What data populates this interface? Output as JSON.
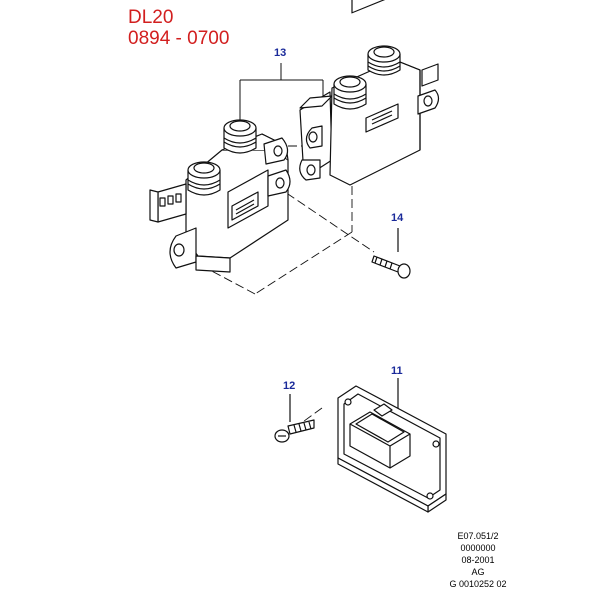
{
  "header": {
    "model": "DL20",
    "date_range": "0894 - 0700"
  },
  "callouts": {
    "coil_pack": "13",
    "coil_screw": "14",
    "module_screw": "12",
    "module": "11"
  },
  "reference": {
    "line1": "E07.051/2",
    "line2": "0000000",
    "line3": "08-2001",
    "line4": "AG",
    "line5": "G 0010252 02"
  },
  "colors": {
    "header": "#d21f1f",
    "callout": "#1a2a9a",
    "line": "#111111",
    "fill": "#ffffff"
  }
}
